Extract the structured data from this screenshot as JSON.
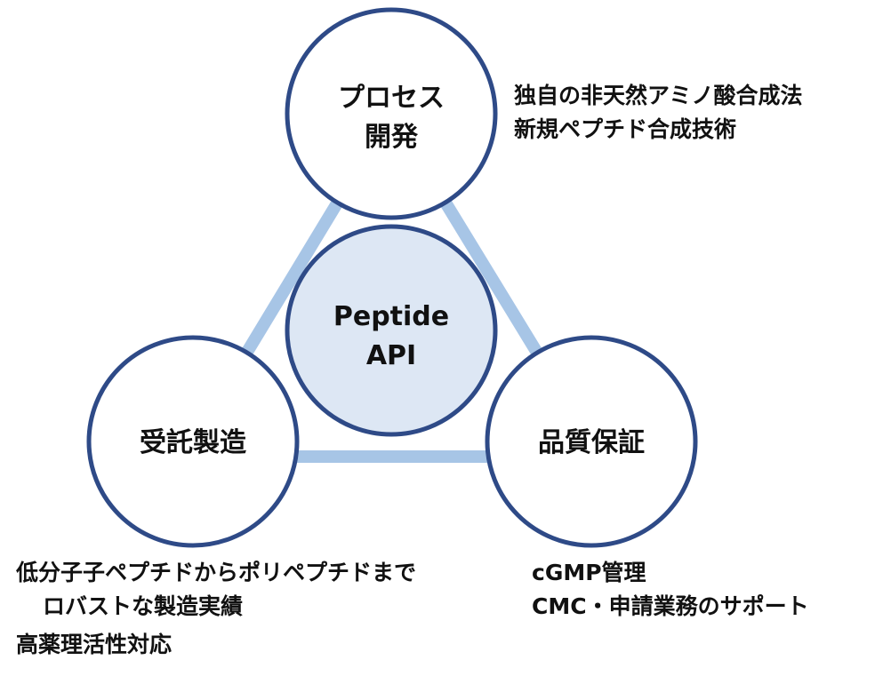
{
  "colors": {
    "circle_stroke": "#2e4a87",
    "center_fill": "#dde7f4",
    "outer_fill": "#ffffff",
    "connector": "#a7c5e6",
    "text": "#111111"
  },
  "center": {
    "line1": "Peptide",
    "line2": "API"
  },
  "nodes": {
    "process": {
      "line1": "プロセス",
      "line2": "開発"
    },
    "manufacturing": {
      "label": "受託製造"
    },
    "quality": {
      "label": "品質保証"
    }
  },
  "notes": {
    "process": [
      "独自の非天然アミノ酸合成法",
      "新規ペプチド合成技術"
    ],
    "manufacturing": [
      "低分子子ペプチドからポリペプチドまで",
      "ロバストな製造実績"
    ],
    "manufacturing_extra": "高薬理活性対応",
    "quality": [
      "cGMP管理",
      "CMC・申請業務のサポート"
    ]
  }
}
